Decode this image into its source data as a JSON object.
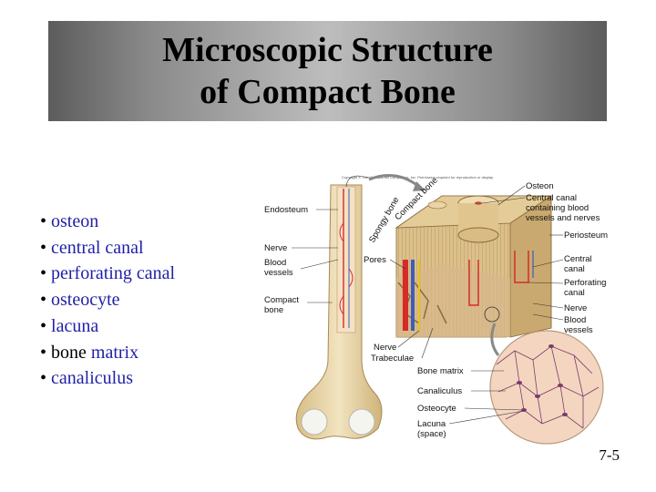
{
  "slide": {
    "title_line1": "Microscopic Structure",
    "title_line2": "of Compact Bone",
    "number": "7-5"
  },
  "bullets": [
    {
      "marker": "•",
      "text": "osteon"
    },
    {
      "marker": "•",
      "text": "central canal"
    },
    {
      "marker": "•",
      "text": "perforating canal"
    },
    {
      "marker": "•",
      "text": "osteocyte"
    },
    {
      "marker": "•",
      "text": "lacuna"
    },
    {
      "marker": "•",
      "text_black": "bone",
      "text": "matrix"
    },
    {
      "marker": "•",
      "text": "canaliculus"
    }
  ],
  "figure": {
    "copyright": "Copyright © The McGraw-Hill Companies, Inc. Permission required for reproduction or display.",
    "compact_bone_arc": "Compact bone",
    "spongy_bone_arc": "Spongy bone",
    "labels_left": {
      "endosteum": "Endosteum",
      "nerve": "Nerve",
      "blood_vessels_1": "Blood",
      "blood_vessels_2": "vessels",
      "compact_bone_1": "Compact",
      "compact_bone_2": "bone",
      "pores": "Pores",
      "nerve_bottom": "Nerve",
      "trabeculae": "Trabeculae",
      "bone_matrix": "Bone matrix",
      "canaliculus": "Canaliculus",
      "osteocyte": "Osteocyte",
      "lacuna_1": "Lacuna",
      "lacuna_2": "(space)"
    },
    "labels_right": {
      "osteon": "Osteon",
      "central_canal_blood_1": "Central canal",
      "central_canal_blood_2": "containing blood",
      "central_canal_blood_3": "vessels and nerves",
      "periosteum": "Periosteum",
      "central_canal_1": "Central",
      "central_canal_2": "canal",
      "perforating_canal_1": "Perforating",
      "perforating_canal_2": "canal",
      "nerve": "Nerve",
      "blood_vessels_1": "Blood",
      "blood_vessels_2": "vessels"
    },
    "colors": {
      "bone": "#e8d5a8",
      "bone_dark": "#c9b07a",
      "artery": "#d62b2b",
      "vein": "#3b5fb8",
      "nerve": "#e8c020",
      "micro_bg": "#f4d6c0",
      "lacuna": "#7a3b6b"
    }
  }
}
